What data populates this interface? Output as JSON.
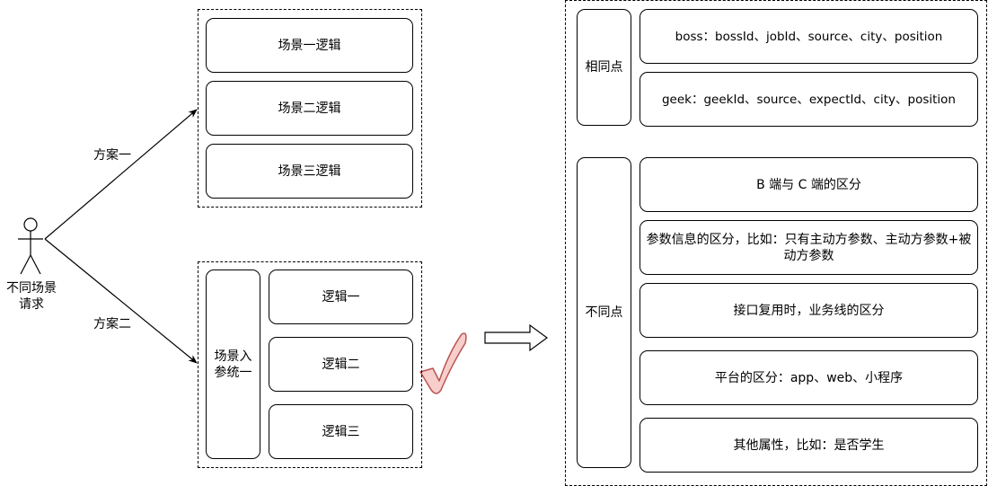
{
  "actor": {
    "label_line1": "不同场景",
    "label_line2": "请求"
  },
  "plan1": {
    "label": "方案一",
    "boxes": [
      "场景一逻辑",
      "场景二逻辑",
      "场景三逻辑"
    ]
  },
  "plan2": {
    "label": "方案二",
    "entry_line1": "场景入",
    "entry_line2": "参统一",
    "boxes": [
      "逻辑一",
      "逻辑二",
      "逻辑三"
    ]
  },
  "summary": {
    "same": {
      "label": "相同点",
      "items": [
        "boss：bossId、jobId、source、city、position",
        "geek：geekId、source、expectId、city、position"
      ]
    },
    "diff": {
      "label": "不同点",
      "items": [
        "B 端与 C 端的区分",
        "参数信息的区分，比如：只有主动方参数、主动方参数+被动方参数",
        "接口复用时，业务线的区分",
        "平台的区分：app、web、小程序",
        "其他属性，比如：是否学生"
      ]
    }
  },
  "colors": {
    "check_fill": "#f8cecc",
    "check_stroke": "#b85450",
    "line": "#000000"
  }
}
